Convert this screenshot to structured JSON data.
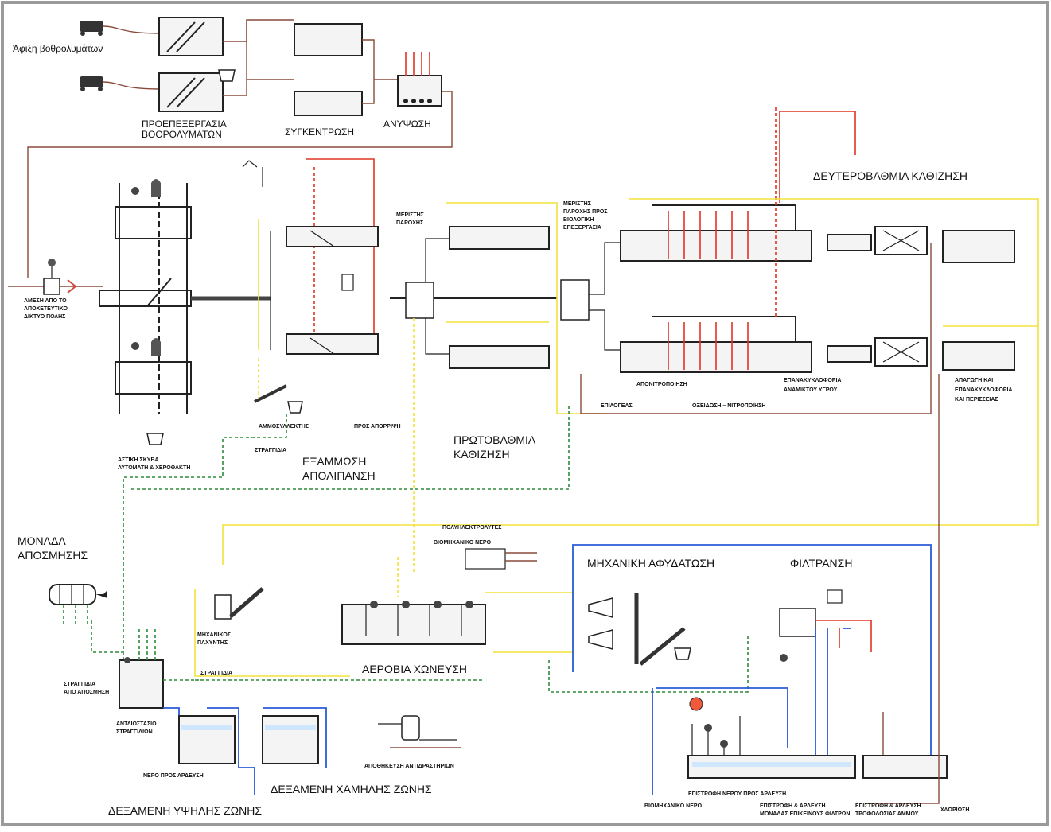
{
  "labels": {
    "sludge_arrival": "Άφιξη βοθρολυμάτων",
    "pretreatment": "ΠΡΟΕΠΕΞΕΡΓΑΣΙΑ\nΒΟΘΡΟΛΥΜΑΤΩΝ",
    "thickening": "ΣΥΓΚΕΝΤΡΩΣΗ",
    "lifting": "ΑΝΥΨΩΣΗ",
    "secondary_settling": "ΔΕΥΤΕΡΟΒΑΘΜΙΑ ΚΑΘΙΖΗΣΗ",
    "direct_network": "ΑΜΕΣΗ ΑΠΟ ΤΟ\nΑΠΟΧΕΤΕΥΤΙΚΟ\nΔΙΚΤΥΟ ΠΟΛΗΣ",
    "partial_flow": "ΜΕΡΙΣΤΗΣ\nΠΑΡΟΧΗΣ",
    "partial_flow_bio": "ΜΕΡΙΣΤΗΣ\nΠΑΡΟΧΗΣ ΠΡΟΣ\nΒΙΟΛΟΓΙΚΗ\nΕΠΕΞΕΡΓΑΣΙΑ",
    "denitrification": "ΑΠΟΝΙΤΡΟΠΟΙΗΣΗ",
    "recirculation": "ΕΠΑΝΑΚΥΚΛΟΦΟΡΙΑ\nΑΝΑΜΙΚΤΟΥ ΥΓΡΟΥ",
    "selector": "ΕΠΙΛΟΓΕΑΣ",
    "oxidation": "ΟΞΕΙΔΩΣΗ – ΝΙΤΡΟΠΟΙΗΣΗ",
    "removal_recirc": "ΑΠΑΓΩΓΗ ΚΑΙ\nΕΠΑΝΑΚΥΚΛΟΦΟΡΙΑ\nΚΑΙ ΠΕΡΙΣΣΕΙΑΣ",
    "sand_removal": "ΑΜΜΟΣΥΛΛΕΚΤΗΣ",
    "to_disposal": "ΠΡΟΣ ΑΠΟΡΡΙΨΗ",
    "scum": "ΣΤΡΑΓΓΙΔΙΑ",
    "primary_settling": "ΠΡΩΤΟΒΑΘΜΙΑ\nΚΑΘΙΖΗΣΗ",
    "grit_degreasing": "ΕΞΑΜΜΩΣΗ\nΑΠΟΛΙΠΑΝΣΗ",
    "screenings": "ΑΣΤΙΚΗ ΣΚΥΒΑ\nΑΥΤΟΜΑΤΗ & ΧΕΡΟΘΑΚΤΗ",
    "odor_unit": "ΜΟΝΑΔΑ\nΑΠΟΣΜΗΣΗΣ",
    "polyelectrolyte": "ΠΟΛΥΗΛΕΚΤΡΟΛΥΤΕΣ",
    "industrial_water": "ΒΙΟΜΗΧΑΝΙΚΟ ΝΕΡΟ",
    "mech_dewatering": "ΜΗΧΑΝΙΚΗ ΑΦΥΔΑΤΩΣΗ",
    "filtration": "ΦΙΛΤΡΑΝΣΗ",
    "mech_thickener": "ΜΗΧΑΝΙΚΟΣ\nΠΑΧΥΝΤΗΣ",
    "drains": "ΣΤΡΑΓΓΙΔΙΑ",
    "aerobic_digestion": "ΑΕΡΟΒΙΑ ΧΩΝΕΥΣΗ",
    "drains_odor": "ΣΤΡΑΓΓΙΔΙΑ\nΑΠΟ ΑΠΟΣΜΗΣΗ",
    "pump_station": "ΑΝΤΛΙΟΣΤΑΣΙΟ\nΣΤΡΑΓΓΙΔΙΩΝ",
    "water_to_irrigation": "ΝΕΡΟ ΠΡΟΣ ΑΡΔΕΥΣΗ",
    "low_zone_tank": "ΔΕΞΑΜΕΝΗ ΧΑΜΗΛΗΣ ΖΩΝΗΣ",
    "high_zone_tank": "ΔΕΞΑΜΕΝΗ ΥΨΗΛΗΣ ΖΩΝΗΣ",
    "chlorine_storage": "ΑΠΟΘΗΚΕΥΣΗ ΑΝΤΙΔΡΑΣΤΗΡΙΩΝ",
    "industrial_water2": "ΒΙΟΜΗΧΑΝΙΚΟ ΝΕΡΟ",
    "water_return": "ΕΠΙΣΤΡΟΦΗ ΝΕΡΟΥ ΠΡΟΣ ΑΡΔΕΥΣΗ",
    "return_wash_filters": "ΕΠΙΣΤΡΟΦΗ & ΑΡΔΕΥΣΗ\nΜΟΝΑΔΑΣ ΕΠΙΚΕΙΝΟΥΣ ΦΙΛΤΡΩΝ",
    "return_wash_sand": "ΕΠΙΣΤΡΟΦΗ & ΑΡΔΕΥΣΗ\nΤΡΟΦΟΔΟΣΙΑΣ ΑΜΜΟΥ",
    "chlorination": "ΧΛΩΡΙΩΣΗ"
  },
  "colors": {
    "process_line": "#222222",
    "sludge_line": "#e03525",
    "return_line": "#f2e23a",
    "drain_line": "#2e8b3a",
    "water_line": "#2a5bd7"
  }
}
